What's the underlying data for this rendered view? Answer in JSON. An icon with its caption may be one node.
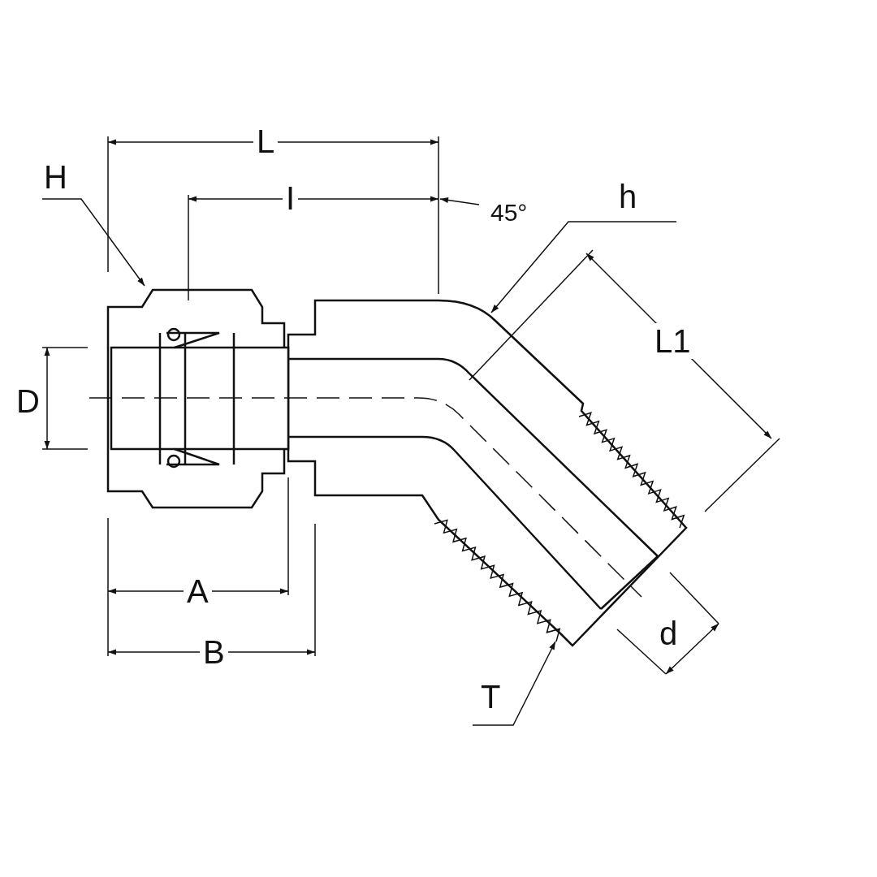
{
  "diagram": {
    "nodes": [
      {
        "text": [
          "H"
        ]
      },
      {
        "text": [],
        "shape": "picture"
      },
      {
        "text": [
          "T"
        ]
      },
      {
        "text": [],
        "shape": "picture"
      }
    ],
    "edges": [
      {
        "from": 0,
        "to": 1,
        "arrow": "to"
      },
      {
        "from": 2,
        "to": 3,
        "arrow": "to"
      }
    ],
    "labels": [
      "L",
      "I",
      "45°",
      "h",
      "L1",
      "D",
      "A",
      "B",
      "d"
    ]
  }
}
